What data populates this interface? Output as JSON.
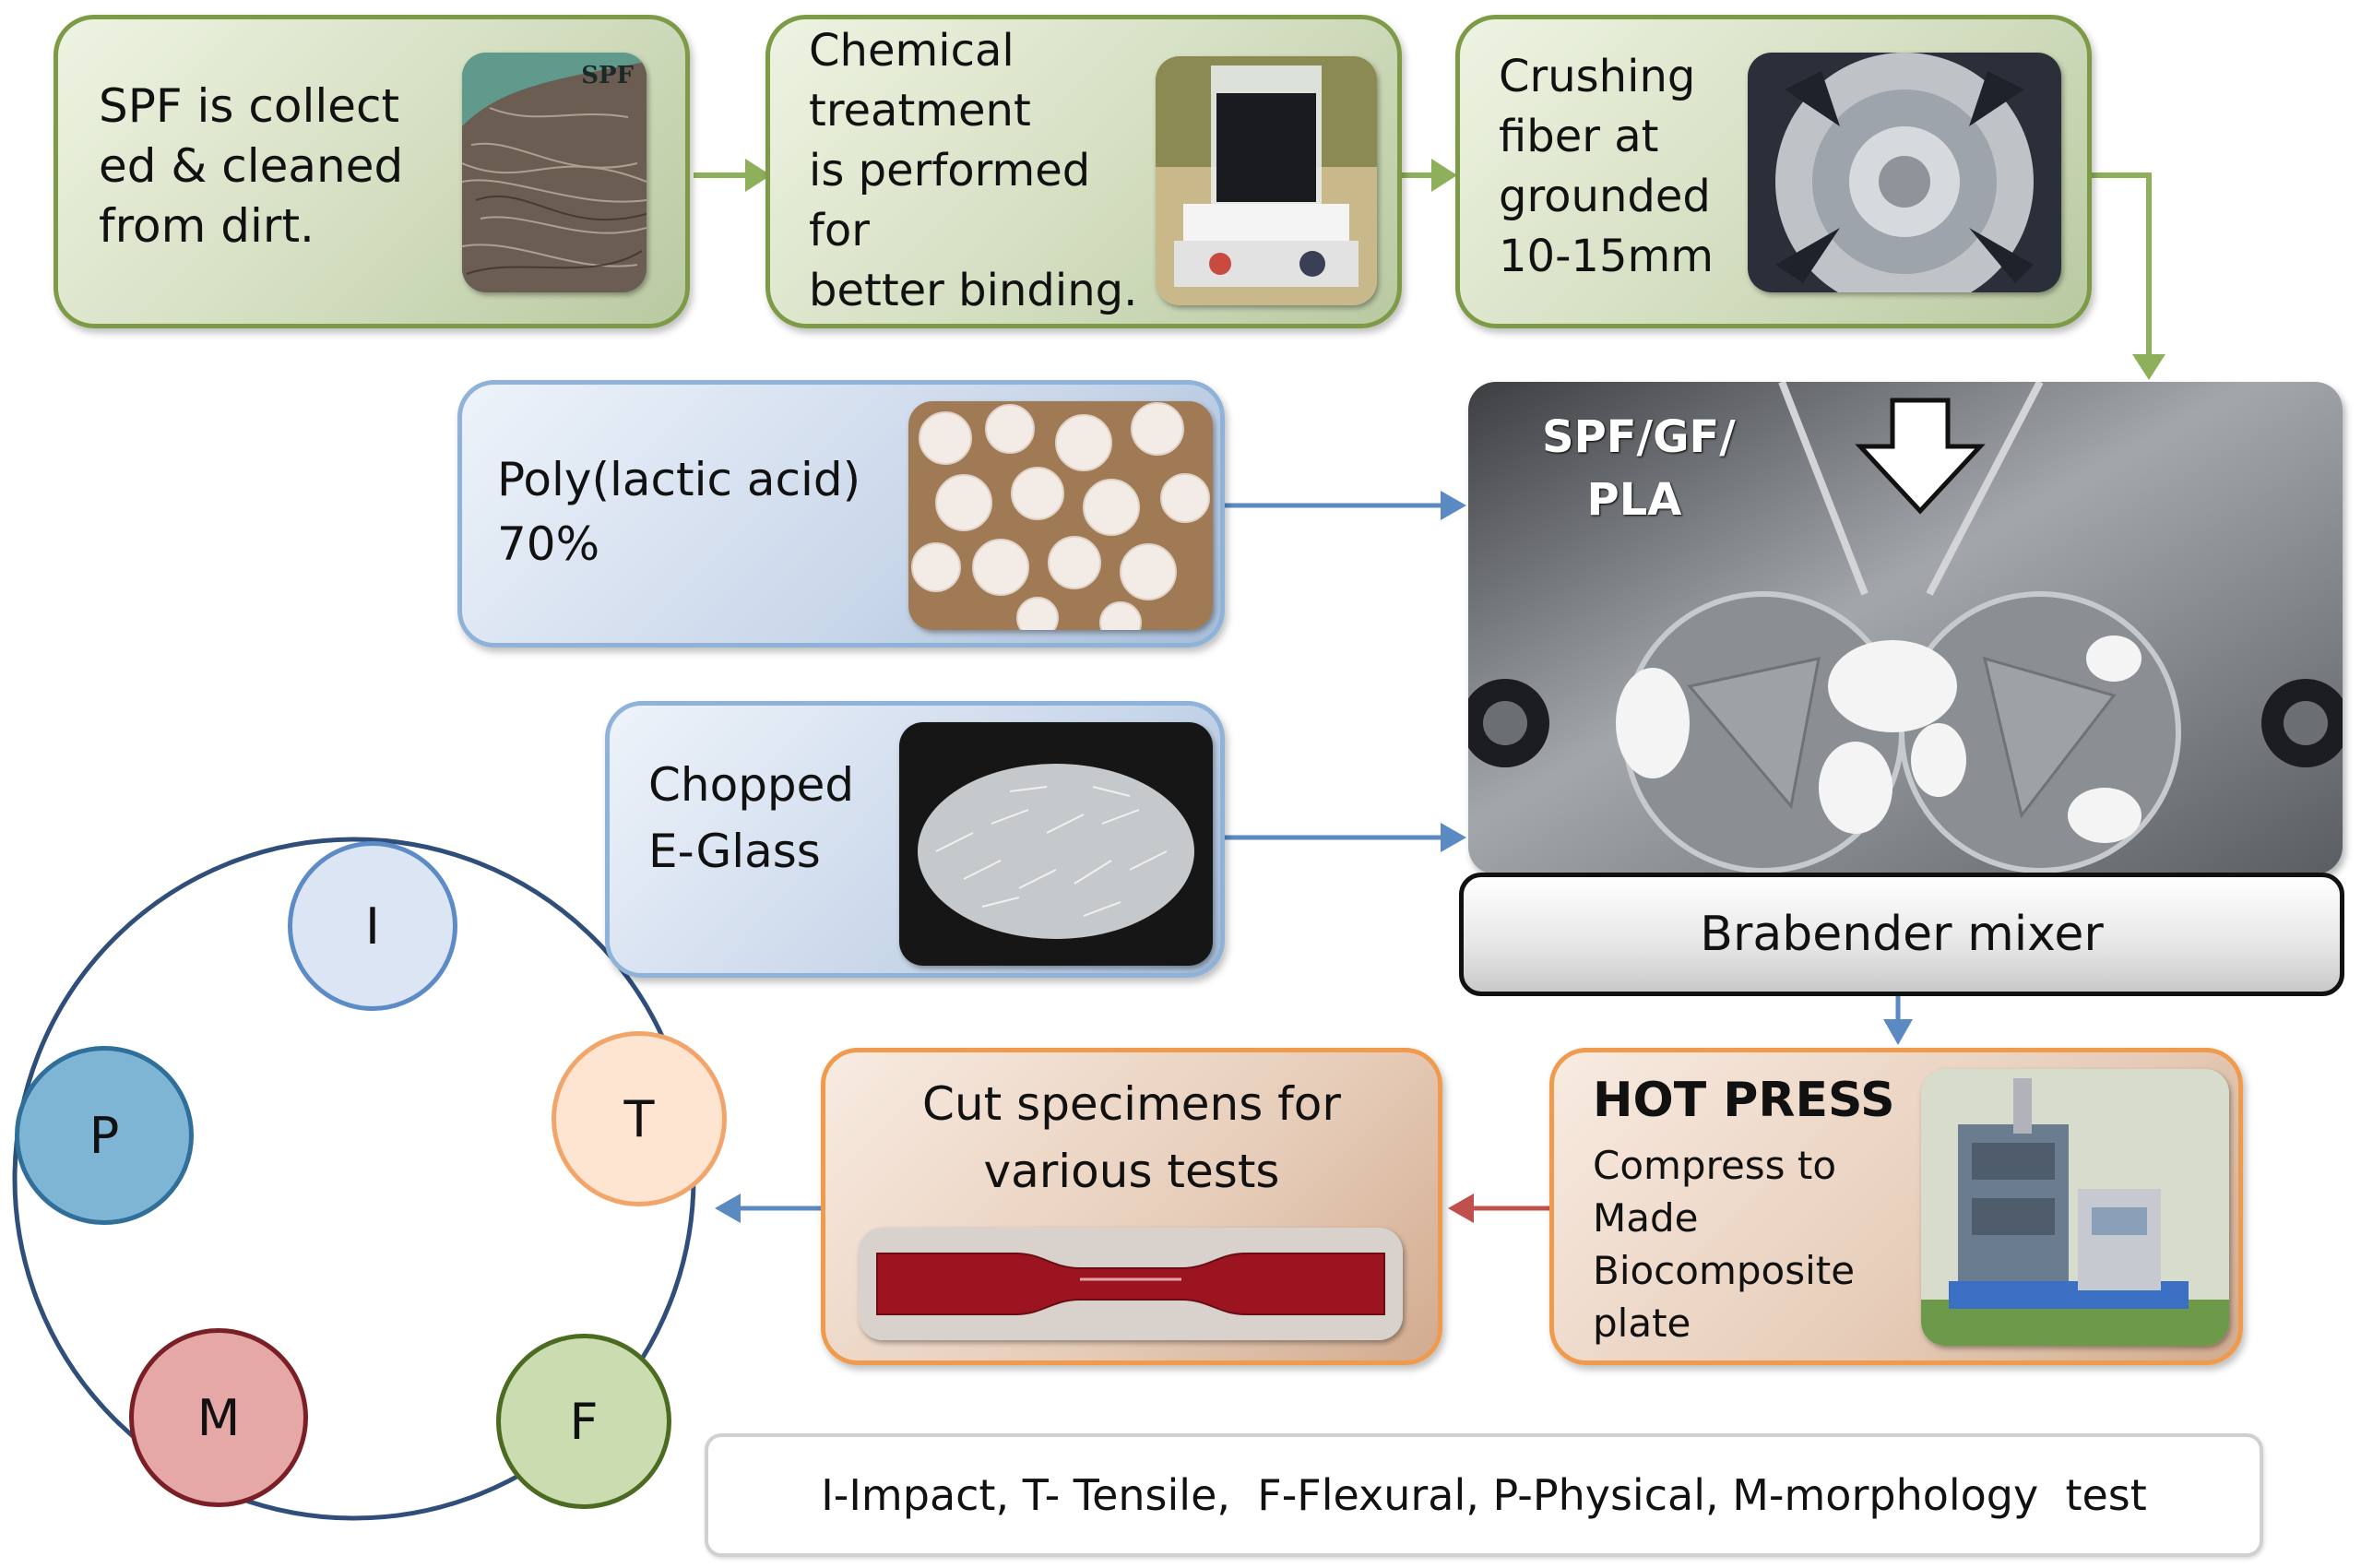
{
  "steps": {
    "collect": {
      "text": "SPF is collect\ned & cleaned\nfrom dirt.",
      "photo_label": "SPF"
    },
    "chemical": {
      "text": "Chemical\ntreatment\nis performed\nfor\nbetter  binding."
    },
    "crushing": {
      "text": "Crushing\nfiber at\n grounded\n10-15mm"
    },
    "pla": {
      "text": "Poly(lactic acid)\n70%"
    },
    "glass": {
      "text": "Chopped\nE-Glass"
    },
    "mixer": {
      "overlay": "SPF/GF/\nPLA",
      "label": "Brabender mixer"
    },
    "hotpress": {
      "title": "HOT PRESS",
      "text": "Compress to\nMade\nBiocomposite\nplate"
    },
    "cut": {
      "text": "Cut specimens for\nvarious tests"
    }
  },
  "tests": {
    "nodes": [
      {
        "letter": "I",
        "fill": "#dbe5f3",
        "stroke": "#5d8bc5"
      },
      {
        "letter": "T",
        "fill": "#fde5d1",
        "stroke": "#f2a56a"
      },
      {
        "letter": "F",
        "fill": "#cbdcb0",
        "stroke": "#4b6b21"
      },
      {
        "letter": "M",
        "fill": "#e6a7a7",
        "stroke": "#7a1f25"
      },
      {
        "letter": "P",
        "fill": "#7fb5d4",
        "stroke": "#2f6f9a"
      }
    ],
    "legend": "I-Impact, T- Tensile,  F-Flexural, P-Physical, M-morphology  test"
  },
  "colors": {
    "green_arrow": "#8fb05a",
    "blue_arrow": "#5b89c2",
    "red_arrow": "#c0504d"
  }
}
